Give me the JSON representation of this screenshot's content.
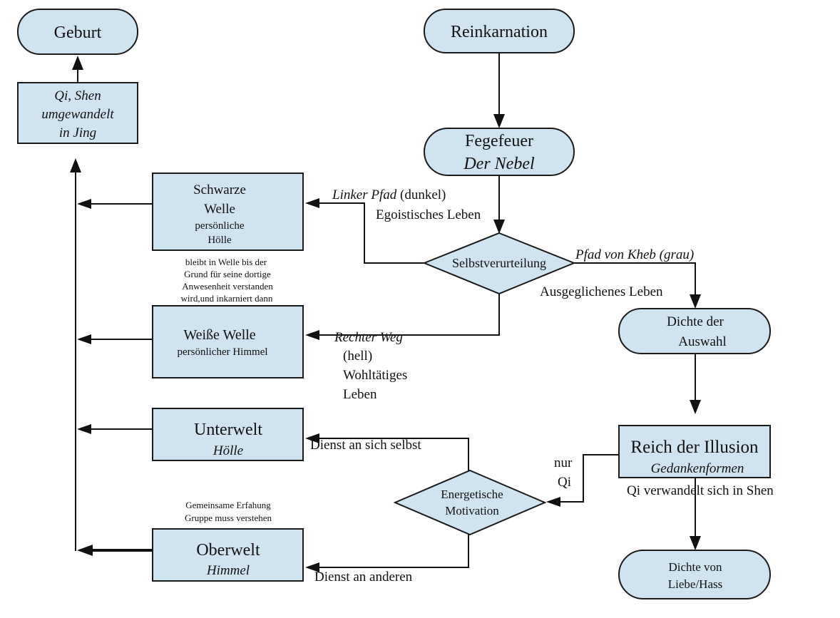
{
  "nodes": {
    "geburt": {
      "label": "Geburt"
    },
    "qi_box": {
      "lines": [
        "Qi, Shen",
        "umgewandelt",
        "in Jing"
      ]
    },
    "reinkarnation": {
      "label": "Reinkarnation"
    },
    "fegefeuer": {
      "title": "Fegefeuer",
      "subtitle": "Der Nebel"
    },
    "schwarze_welle": {
      "lines": [
        "Schwarze",
        "Welle",
        "persönliche",
        "Hölle"
      ]
    },
    "selbstverurteilung": {
      "label": "Selbstverurteilung"
    },
    "weisse_welle": {
      "title": "Weiße Welle",
      "subtitle": "persönlicher Himmel"
    },
    "dichte_auswahl": {
      "lines": [
        "Dichte der",
        "Auswahl"
      ]
    },
    "unterwelt": {
      "title": "Unterwelt",
      "subtitle": "Hölle"
    },
    "reich_illusion": {
      "title": "Reich der Illusion",
      "subtitle": "Gedankenformen"
    },
    "energetische_motivation": {
      "lines": [
        "Energetische",
        "Motivation"
      ]
    },
    "oberwelt": {
      "title": "Oberwelt",
      "subtitle": "Himmel"
    },
    "dichte_liebe": {
      "lines": [
        "Dichte von",
        "Liebe/Hass"
      ]
    }
  },
  "labels": {
    "linker_pfad_italic": "Linker Pfad",
    "linker_pfad_rest": " (dunkel)",
    "egoistisches": "Egoistisches Leben",
    "pfad_kheb": "Pfad von Kheb (grau)",
    "ausgeglichenes": "Ausgeglichenes Leben",
    "rechter_weg": "Rechter Weg",
    "hell": "(hell)",
    "wohltaetiges": "Wohltätiges",
    "leben": "Leben",
    "bleibt_lines": [
      "bleibt in Welle bis der",
      "Grund für seine dortige",
      "Anwesenheit verstanden",
      "wird,und inkarniert dann"
    ],
    "dienst_selbst": "Dienst an sich selbst",
    "nur": "nur",
    "qi": "Qi",
    "qi_verwandelt": "Qi verwandelt sich in Shen",
    "gemeinsame_lines": [
      "Gemeinsame Erfahung",
      "Gruppe muss verstehen"
    ],
    "dienst_anderen": "Dienst an anderen"
  }
}
